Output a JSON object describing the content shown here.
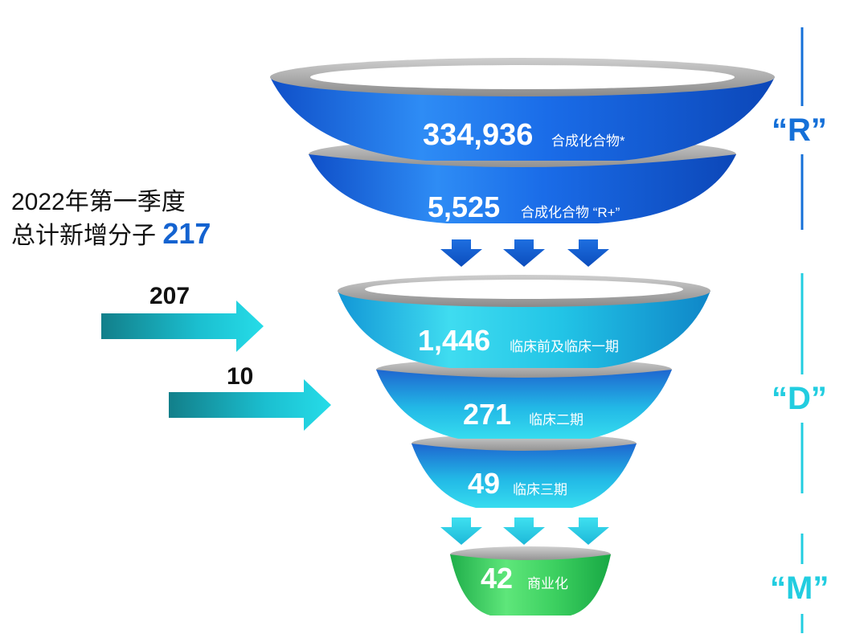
{
  "summary": {
    "line1": "2022年第一季度",
    "line2_prefix": "总计新增分子",
    "total": "217"
  },
  "inputs": [
    {
      "value": "207"
    },
    {
      "value": "10"
    }
  ],
  "stages": [
    {
      "value": "334,936",
      "label": "合成化合物*",
      "color": "#1670e0"
    },
    {
      "value": "5,525",
      "label": "合成化合物 “R+”",
      "color": "#1670e0"
    },
    {
      "value": "1,446",
      "label": "临床前及临床一期",
      "color": "#22c6e4"
    },
    {
      "value": "271",
      "label": "临床二期",
      "color": "#22c6e4"
    },
    {
      "value": "49",
      "label": "临床三期",
      "color": "#22c6e4"
    },
    {
      "value": "42",
      "label": "商业化",
      "color": "#3ccd5a"
    }
  ],
  "phases": [
    {
      "label": "“R”",
      "color": "#1570d8"
    },
    {
      "label": "“D”",
      "color": "#22cde0"
    },
    {
      "label": "“M”",
      "color": "#22cde0"
    }
  ]
}
